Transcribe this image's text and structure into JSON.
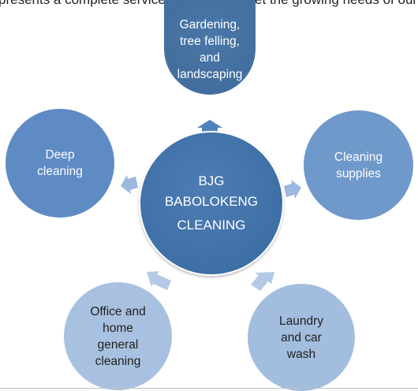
{
  "diagram": {
    "top_clip_text": "presents a complete service oriented to meet the growing needs of our clients. Our wide range",
    "center": {
      "lines": [
        "BJG",
        "BABOLOKENG",
        "CLEANING"
      ]
    },
    "nodes": {
      "top": {
        "lines": [
          "Gardening,",
          "tree felling,",
          "and",
          "landscaping"
        ]
      },
      "left": {
        "lines": [
          "Deep",
          "cleaning"
        ]
      },
      "right": {
        "lines": [
          "Cleaning",
          "supplies"
        ]
      },
      "bottom_left": {
        "lines": [
          "Office and",
          "home",
          "general",
          "cleaning"
        ]
      },
      "bottom_right": {
        "lines": [
          "Laundry",
          "and car",
          "wash"
        ]
      }
    },
    "colors": {
      "center": "#3e6fa6",
      "top": "#436f9f",
      "left": "#5e8bc3",
      "right": "#6f98cb",
      "bottom_left": "#a9c1e0",
      "bottom_right": "#a3bddf",
      "arrow_top": "#4f82bd",
      "arrow_light": "#a9c1e0"
    }
  }
}
